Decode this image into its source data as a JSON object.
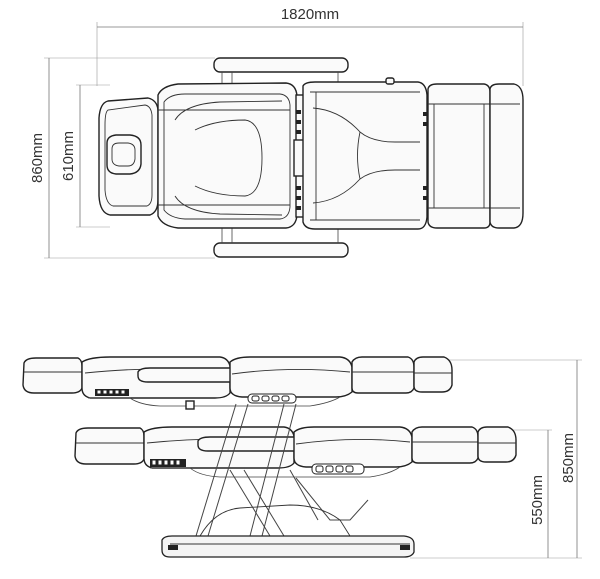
{
  "dimensions": {
    "overall_length": "1820mm",
    "overall_width": "860mm",
    "seat_width": "610mm",
    "max_height": "850mm",
    "min_height": "550mm"
  }
}
